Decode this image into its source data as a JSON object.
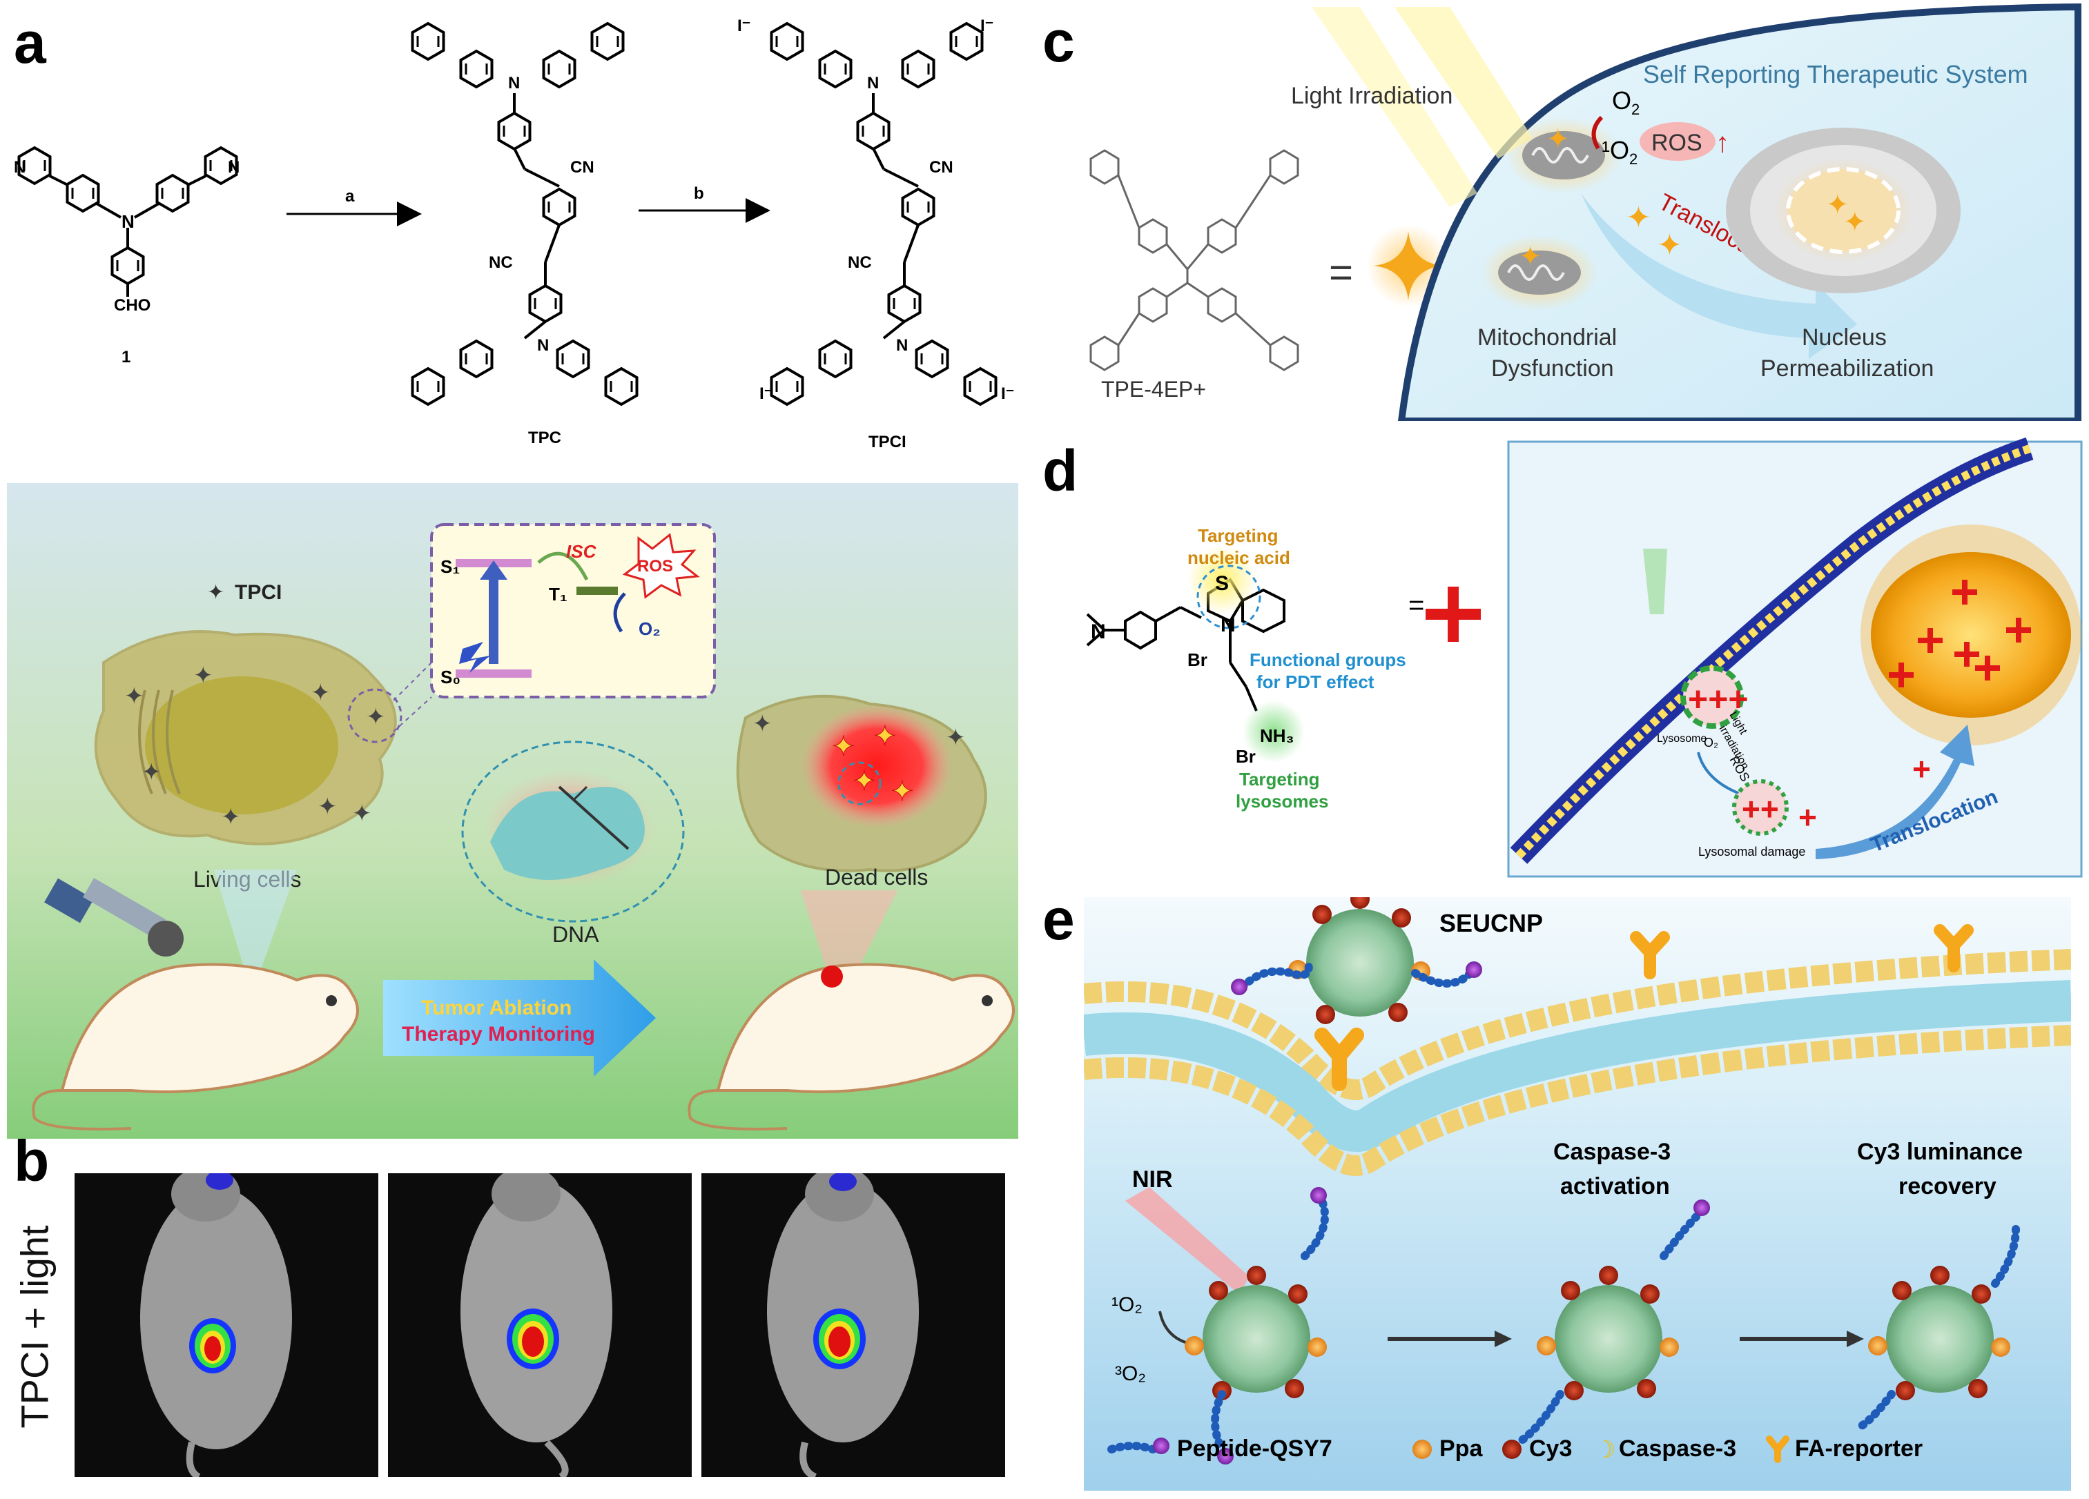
{
  "panel_labels": {
    "a": "a",
    "b": "b",
    "c": "c",
    "d": "d",
    "e": "e"
  },
  "panel_a": {
    "compound_1_label": "1",
    "compound_1_group": "CHO",
    "arrow1_label": "a",
    "arrow2_label": "b",
    "tpc_label": "TPC",
    "tpci_label": "TPCI",
    "n_atom": "N",
    "cn_group": "CN",
    "nc_group": "NC",
    "iodide": "I⁻",
    "schematic": {
      "legend": "TPCI",
      "s1": "S₁",
      "s0": "S₀",
      "t1": "T₁",
      "isc": "ISC",
      "ros": "ROS",
      "o2": "O₂",
      "living": "Living cells",
      "dead": "Dead cells",
      "dna": "DNA",
      "arrow_line1": "Tumor Ablation",
      "arrow_line2": "Therapy Monitoring"
    }
  },
  "panel_b": {
    "side_label": "TPCI + light"
  },
  "panel_c": {
    "compound": "TPE-4EP+",
    "equals": "=",
    "light": "Light Irradiation",
    "system_title": "Self Reporting Therapeutic System",
    "o2": "O",
    "o2_sub": "2",
    "singlet": "¹O",
    "singlet_sub": "2",
    "ros": "ROS",
    "translocation": "Translocation",
    "mito_l1": "Mitochondrial",
    "mito_l2": "Dysfunction",
    "nuc_l1": "Nucleus",
    "nuc_l2": "Permeabilization"
  },
  "panel_d": {
    "targ_na_l1": "Targeting",
    "targ_na_l2": "nucleic acid",
    "func_l1": "Functional groups",
    "func_l2": "for PDT effect",
    "targ_ly_l1": "Targeting",
    "targ_ly_l2": "lysosomes",
    "br": "Br",
    "nh3": "NH₃",
    "n": "N",
    "s": "S",
    "equals": "=",
    "lysosome": "Lysosome",
    "o2": "O₂",
    "light_l1": "Light",
    "light_l2": "irradiation",
    "ros": "ROS",
    "damage": "Lysosomal damage",
    "translocation": "Translocation"
  },
  "panel_e": {
    "seucnp": "SEUCNP",
    "nir": "NIR",
    "singlet": "¹O₂",
    "triplet": "³O₂",
    "casp_l1": "Caspase-3",
    "casp_l2": "activation",
    "cy3_l1": "Cy3 luminance",
    "cy3_l2": "recovery",
    "legend": [
      "Peptide-QSY7",
      "Ppa",
      "Cy3",
      "Caspase-3",
      "FA-reporter"
    ]
  },
  "colors": {
    "panel_a_bg_top": "#cfe0ea",
    "panel_a_bg_bottom": "#8fd08f",
    "cell": "#c9c07a",
    "dead_glow": "#ff2a2a",
    "arrow": "#6ec6ff",
    "panel_c_bg": "#d7eef8",
    "panel_c_border": "#1f3f6f",
    "panel_e_bg": "#cfeaf6",
    "nanoparticle": "#8fc7a0",
    "cross_red": "#e01818",
    "orange_sphere": "#f4a233",
    "cy3_red": "#b3200e",
    "peptide_blue": "#1f5bb8"
  }
}
